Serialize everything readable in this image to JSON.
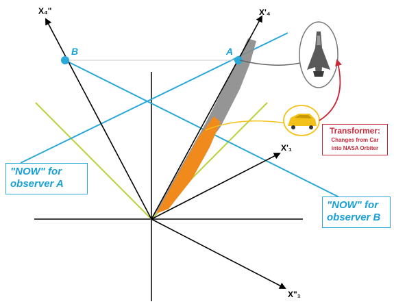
{
  "axes": {
    "x4_double_prime": "X₄\"",
    "x4_prime": "X'₄",
    "x1_prime": "X'₁",
    "x1_double_prime": "X\"₁"
  },
  "points": {
    "a": "A",
    "b": "B"
  },
  "labels": {
    "now_a_line1": "\"NOW\" for",
    "now_a_line2": "observer A",
    "now_b_line1": "\"NOW\" for",
    "now_b_line2": "observer B",
    "transformer_title": "Transformer:",
    "transformer_line1": "Changes from Car",
    "transformer_line2": "into NASA Orbiter"
  },
  "colors": {
    "now_line": "#2aa8d8",
    "light_cone": "#b8d23a",
    "worldline_gray": "#8a8a8a",
    "worldline_orange": "#f08a1c",
    "transformer_red": "#c8283a",
    "car_yellow": "#f2c21a"
  },
  "icons": [
    "space-shuttle-icon",
    "yellow-car-icon"
  ]
}
